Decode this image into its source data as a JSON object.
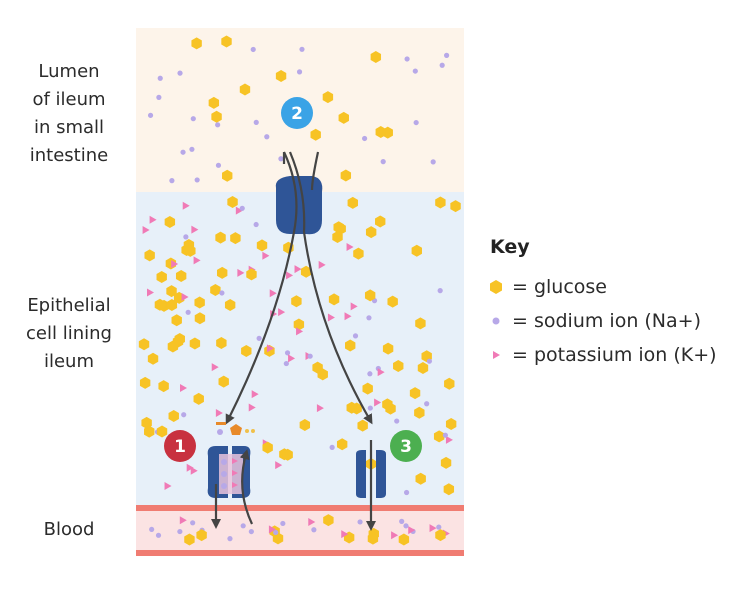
{
  "regions": {
    "lumen": "Lumen\nof ileum\nin small\nintestine",
    "epithelial": "Epithelial\ncell lining\nileum",
    "blood": "Blood"
  },
  "badges": [
    "1",
    "2",
    "3"
  ],
  "badge_colors": {
    "1": "#c8313f",
    "2": "#3aa3e6",
    "3": "#4caf50"
  },
  "key": {
    "title": "Key",
    "items": [
      {
        "label": "= glucose",
        "icon": "hexagon",
        "color": "#f7c325"
      },
      {
        "label": "= sodium ion (Na+)",
        "icon": "dot",
        "color": "#b7a8e8"
      },
      {
        "label": "= potassium ion (K+)",
        "icon": "triangle",
        "color": "#f07ab6"
      }
    ]
  },
  "colors": {
    "lumen_bg": "#fdf4ea",
    "cell_bg": "#e7f0f9",
    "blood_bg": "#fbe3e3",
    "blood_border": "#f07c72",
    "protein": "#2f5597",
    "arrow": "#444444"
  }
}
